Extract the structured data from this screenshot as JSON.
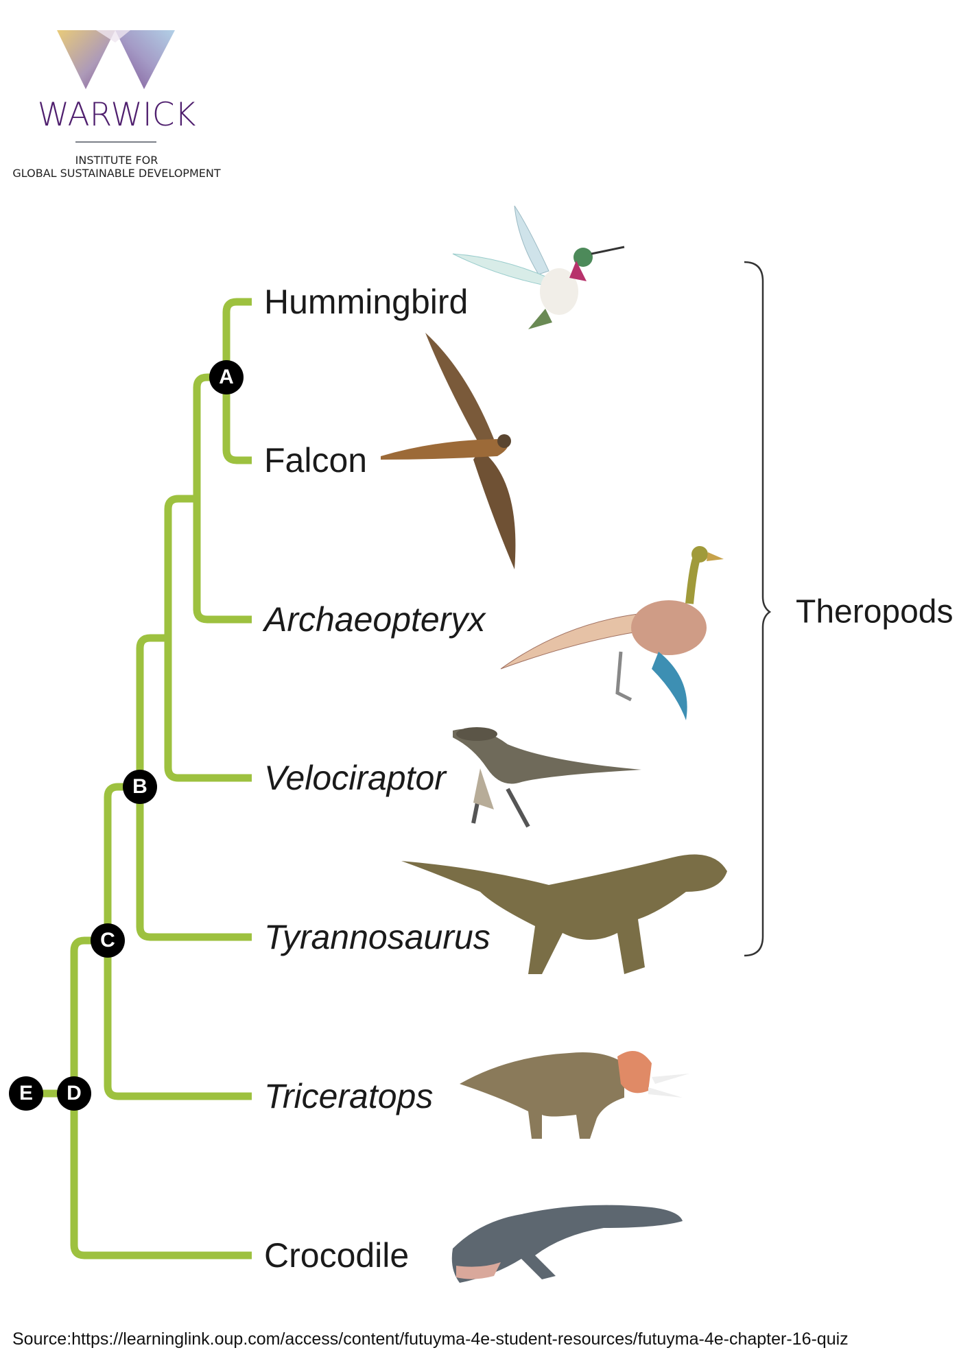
{
  "logo": {
    "wordmark": "WARWICK",
    "subtitle_line1": "INSTITUTE FOR",
    "subtitle_line2": "GLOBAL SUSTAINABLE DEVELOPMENT"
  },
  "tree": {
    "taxa": [
      {
        "label": "Hummingbird",
        "italic": false
      },
      {
        "label": "Falcon",
        "italic": false
      },
      {
        "label": "Archaeopteryx",
        "italic": true
      },
      {
        "label": "Velociraptor",
        "italic": true
      },
      {
        "label": "Tyrannosaurus",
        "italic": true
      },
      {
        "label": "Triceratops",
        "italic": true
      },
      {
        "label": "Crocodile",
        "italic": false
      }
    ],
    "nodes": [
      "A",
      "B",
      "C",
      "D",
      "E"
    ],
    "branch_color": "#9dc13f"
  },
  "clade_bracket": {
    "label": "Theropods"
  },
  "source": "Source:https://learninglink.oup.com/access/content/futuyma-4e-student-resources/futuyma-4e-chapter-16-quiz"
}
